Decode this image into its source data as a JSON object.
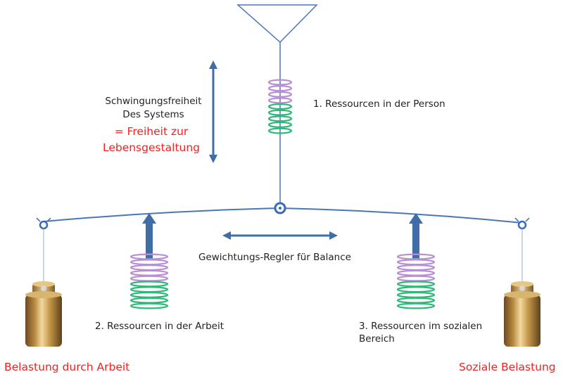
{
  "labels": {
    "freedom_line1": "Schwingungsfreiheit",
    "freedom_line2": "Des Systems",
    "freedom_red1": "= Freiheit zur",
    "freedom_red2": "Lebensgestaltung",
    "resource_person": "1. Ressourcen in der Person",
    "regulator": "Gewichtungs-Regler für Balance",
    "resource_work": "2. Ressourcen in der Arbeit",
    "resource_social_line1": "3. Ressourcen im sozialen",
    "resource_social_line2": "Bereich",
    "load_work": "Belastung durch Arbeit",
    "load_social": "Soziale Belastung"
  },
  "colors": {
    "line": "#4a76b8",
    "arrow": "#3f6ea6",
    "coil_purple": "#b98fd4",
    "coil_green": "#2fb87a",
    "weight_metal": "#c8a25a",
    "red_text": "#ee2222"
  },
  "icons": {
    "hanger": "triangle-hanger-icon",
    "spring": "coil-spring-icon",
    "weight": "brass-weight-icon"
  }
}
